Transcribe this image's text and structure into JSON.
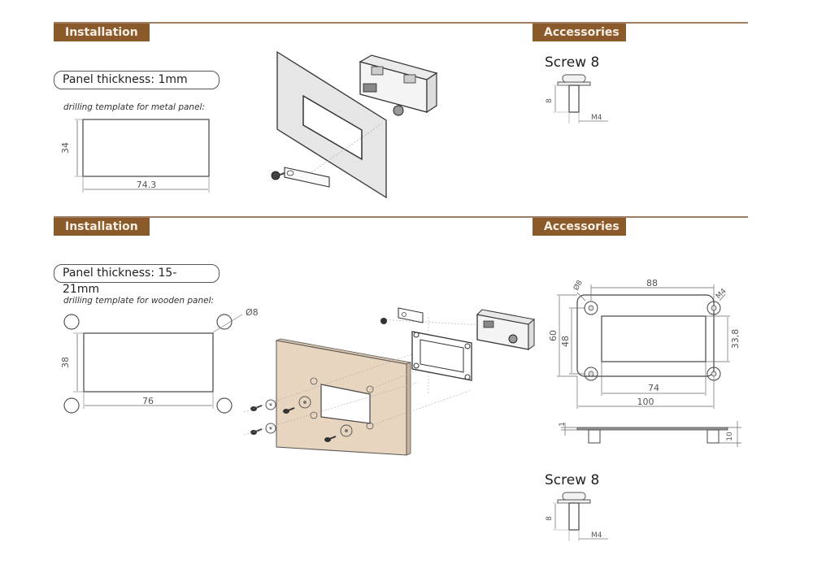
{
  "sections": [
    {
      "installation_label": "Installation",
      "accessories_label": "Accessories",
      "panel_thickness": "Panel thickness: 1mm",
      "template_caption": "drilling template for metal panel:",
      "template": {
        "height": "34",
        "width": "74.3"
      },
      "screw": {
        "title": "Screw 8",
        "length": "8",
        "thread": "M4"
      }
    },
    {
      "installation_label": "Installation",
      "accessories_label": "Accessories",
      "panel_thickness": "Panel thickness: 15-21mm",
      "template_caption": "drilling template for wooden panel:",
      "template": {
        "height": "38",
        "width": "76",
        "hole_diameter": "Ø8"
      },
      "frame": {
        "hole_diameter": "Ø8",
        "thread": "M4",
        "hole_spacing_x": "88",
        "hole_spacing_y": "48",
        "outer_width": "100",
        "outer_height": "60",
        "window_width": "74",
        "window_height": "33,8",
        "plate_thickness": "1",
        "standoff_height": "10"
      },
      "screw": {
        "title": "Screw 8",
        "length": "8",
        "thread": "M4"
      }
    }
  ],
  "colors": {
    "header_tag": "#8b5a2b",
    "header_line": "#a07e62",
    "wood_panel": "#e8d5c0",
    "metal_panel": "#e6e6e6"
  }
}
